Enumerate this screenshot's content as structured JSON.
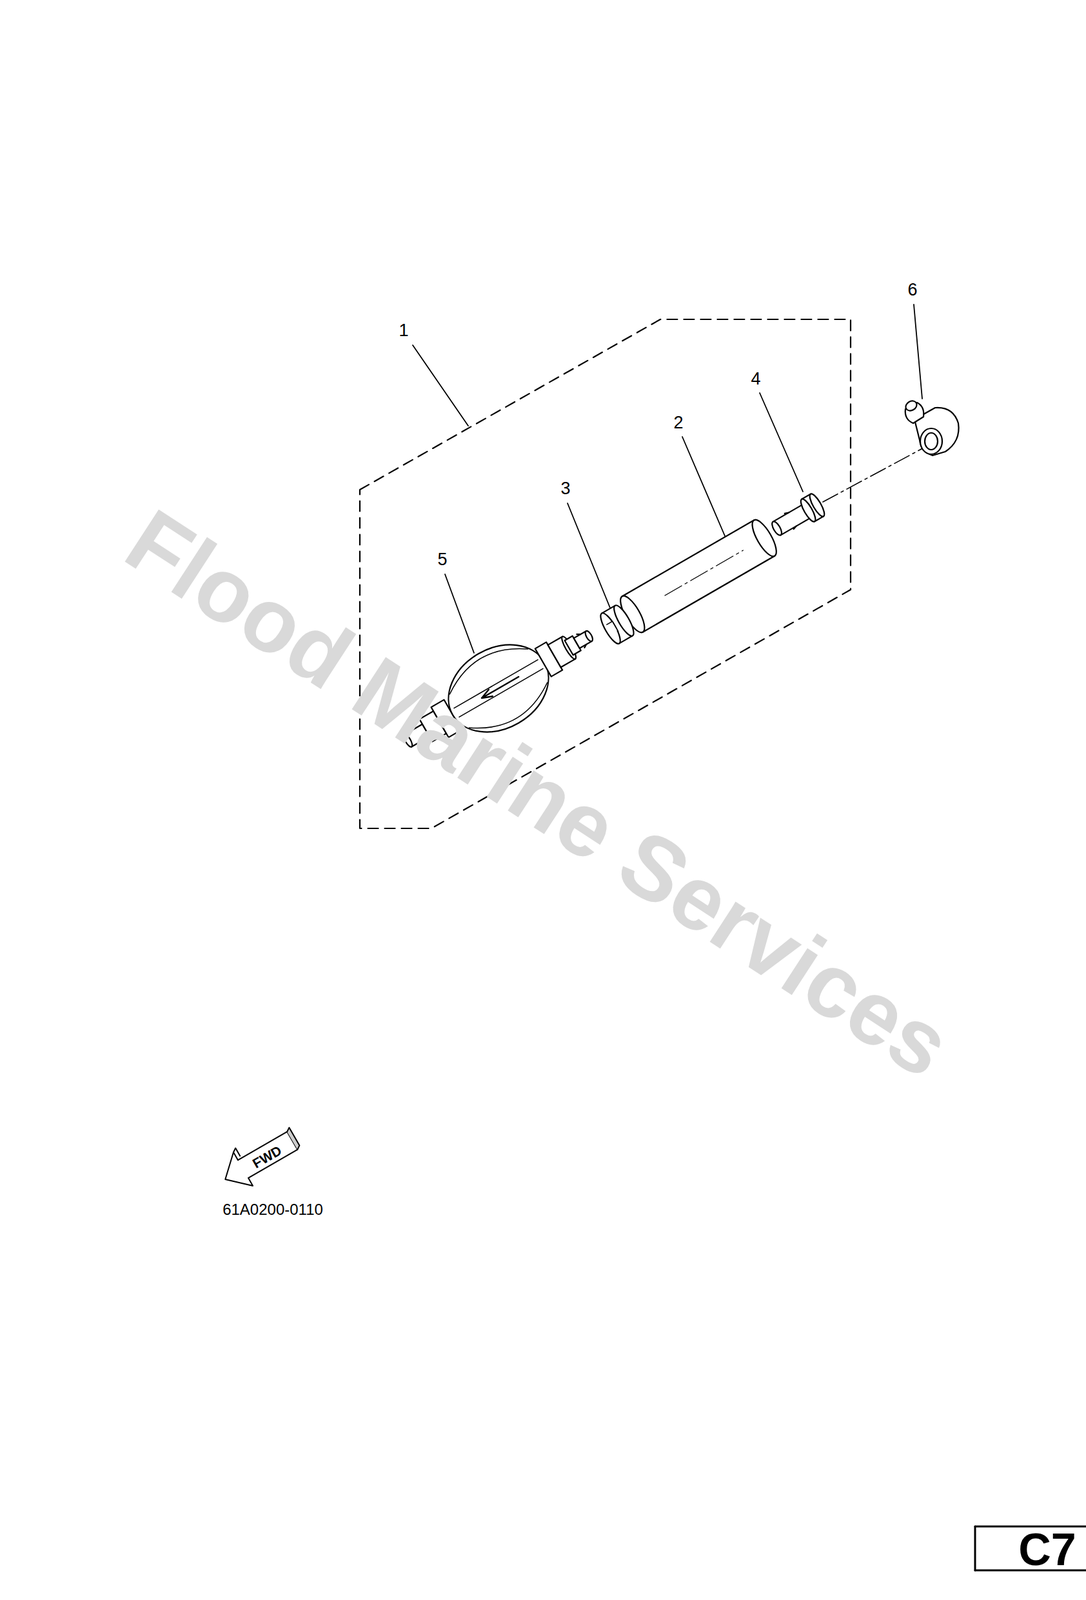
{
  "diagram": {
    "labels": [
      "1",
      "2",
      "3",
      "4",
      "5",
      "6",
      "FWD",
      "61A0200-0110",
      "C7",
      "Flood Marine Services"
    ]
  }
}
